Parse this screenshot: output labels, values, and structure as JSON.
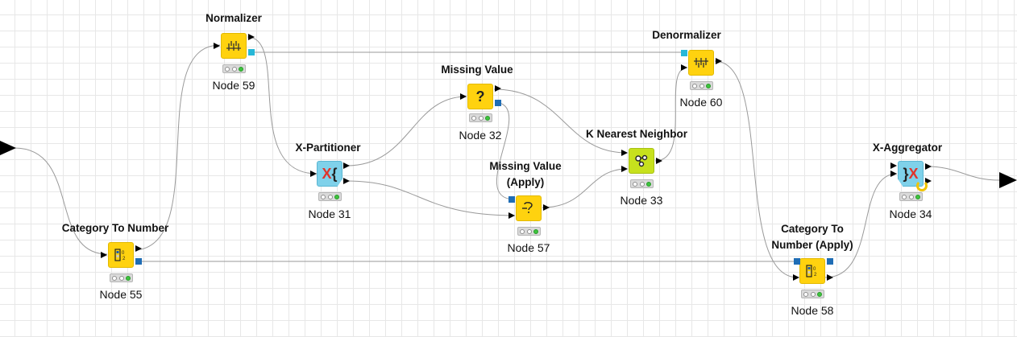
{
  "nodes": {
    "normalizer": {
      "title": "Normalizer",
      "label": "Node 59",
      "icon": "normalizer-icon",
      "state": "executed"
    },
    "denormalizer": {
      "title": "Denormalizer",
      "label": "Node 60",
      "icon": "denormalizer-icon",
      "state": "executed"
    },
    "missing_value": {
      "title": "Missing Value",
      "label": "Node 32",
      "icon": "question-mark-icon",
      "state": "executed"
    },
    "x_partitioner": {
      "title": "X-Partitioner",
      "label": "Node 31",
      "icon": "x-partition-icon",
      "state": "executed"
    },
    "knn": {
      "title": "K Nearest Neighbor",
      "label": "Node 33",
      "icon": "cluster-icon",
      "state": "executed"
    },
    "missing_value_apply": {
      "title_line1": "Missing Value",
      "title_line2": "(Apply)",
      "label": "Node 57",
      "icon": "question-apply-icon",
      "state": "executed"
    },
    "x_aggregator": {
      "title": "X-Aggregator",
      "label": "Node 34",
      "icon": "x-aggregate-icon",
      "state": "executed"
    },
    "category_to_number": {
      "title": "Category To Number",
      "label": "Node 55",
      "icon": "category-number-icon",
      "state": "executed"
    },
    "category_to_number_apply": {
      "title_line1": "Category To",
      "title_line2": "Number (Apply)",
      "label": "Node 58",
      "icon": "category-number-apply-icon",
      "state": "executed"
    }
  },
  "colors": {
    "manipulator": "#ffd20f",
    "loop": "#7fd1ea",
    "learner": "#c7e11d",
    "model_port": "#1f6db5",
    "normalizer_port": "#27b8d8",
    "connection": "#9a9a9a"
  }
}
